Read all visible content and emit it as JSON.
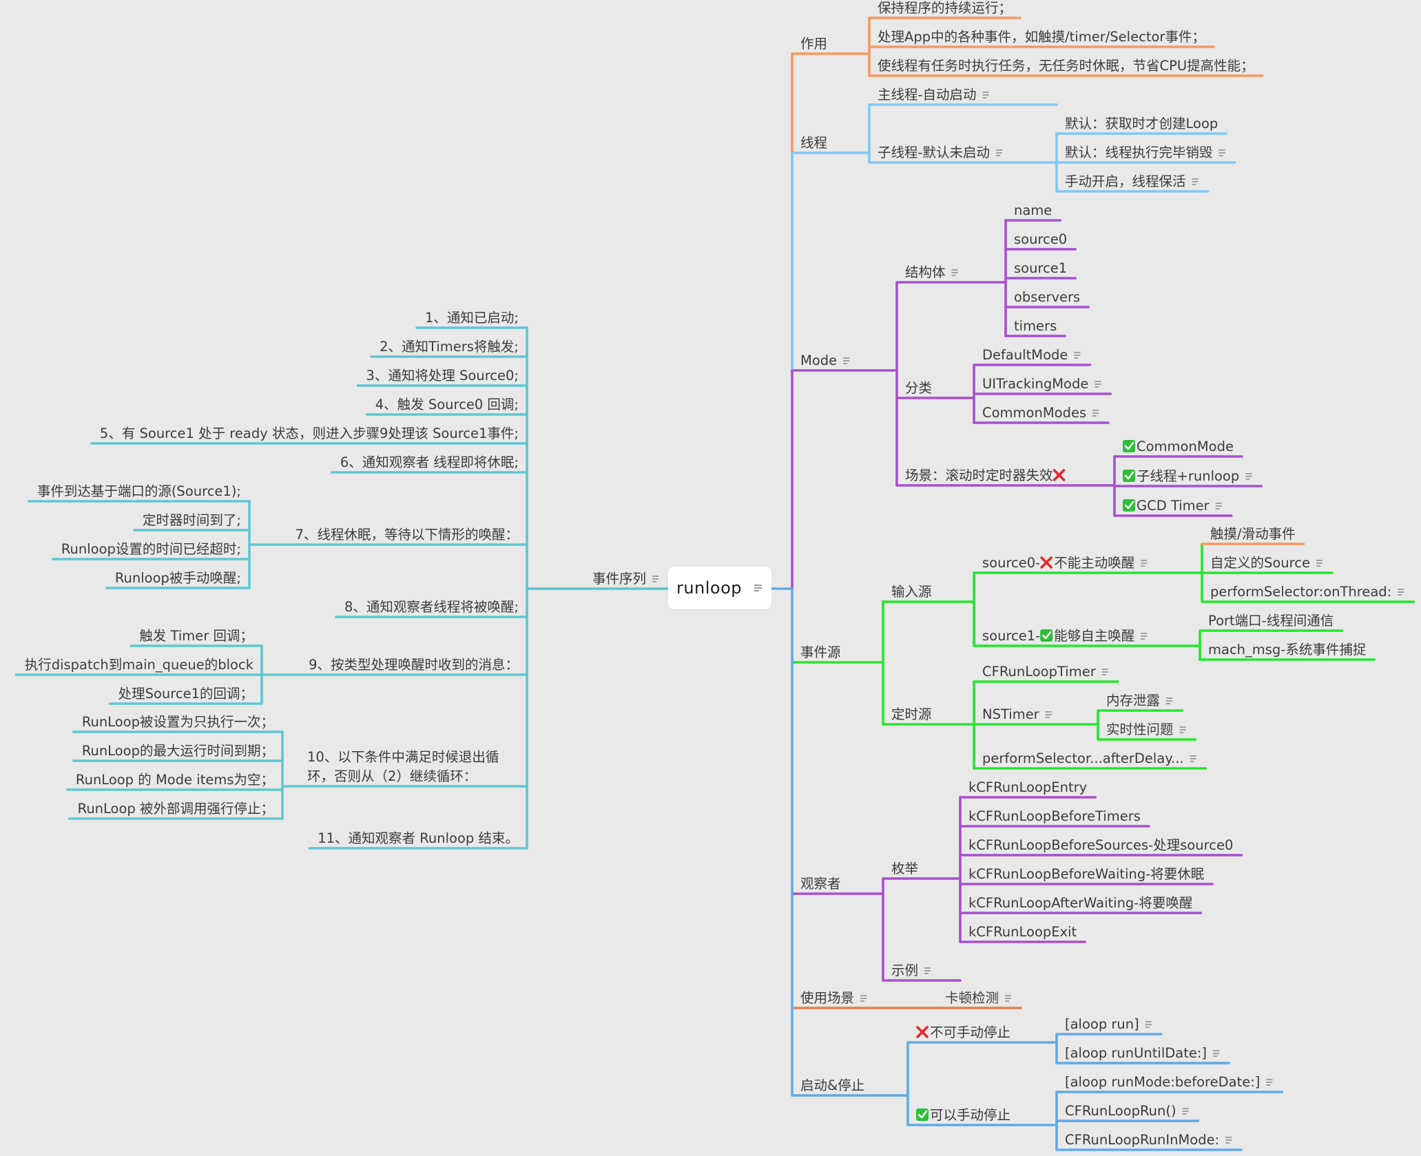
{
  "root": {
    "label": "runloop"
  },
  "colors": {
    "background": "#e9e9ea",
    "orange": "#f5995f",
    "sky": "#7ec8f6",
    "purple": "#a94fcf",
    "green": "#22e82b",
    "blue": "#5fa9e6",
    "burnt": "#e0804f",
    "teal": "#5cc7d2"
  },
  "right": [
    {
      "label": "作用",
      "color": "orange",
      "children": [
        {
          "label": "保持程序的持续运行；"
        },
        {
          "label": "处理App中的各种事件，如触摸/timer/Selector事件；"
        },
        {
          "label": "使线程有任务时执行任务，无任务时休眠，节省CPU提高性能；"
        }
      ]
    },
    {
      "label": "线程",
      "color": "sky",
      "children": [
        {
          "label": "主线程-自动启动",
          "note": true
        },
        {
          "label": "子线程-默认未启动",
          "note": true,
          "children": [
            {
              "label": "默认：获取时才创建Loop"
            },
            {
              "label": "默认：线程执行完毕销毁",
              "note": true
            },
            {
              "label": "手动开启，线程保活",
              "note": true
            }
          ]
        }
      ]
    },
    {
      "label": "Mode",
      "color": "purple",
      "note": true,
      "children": [
        {
          "label": "结构体",
          "note": true,
          "children": [
            {
              "label": "name"
            },
            {
              "label": "source0"
            },
            {
              "label": "source1"
            },
            {
              "label": "observers"
            },
            {
              "label": "timers"
            }
          ]
        },
        {
          "label": "分类",
          "children": [
            {
              "label": "DefaultMode",
              "note": true
            },
            {
              "label": "UITrackingMode",
              "note": true
            },
            {
              "label": "CommonModes",
              "note": true
            }
          ]
        },
        {
          "label": "场景：滚动时定时器失效",
          "icon_after": "cross",
          "children": [
            {
              "label": "CommonMode",
              "icon_before": "check"
            },
            {
              "label": "子线程+runloop",
              "icon_before": "check",
              "note": true
            },
            {
              "label": "GCD Timer",
              "icon_before": "check",
              "note": true
            }
          ]
        }
      ]
    },
    {
      "label": "事件源",
      "color": "green",
      "children": [
        {
          "label": "输入源",
          "children": [
            {
              "label": "source0-不能主动唤醒",
              "icon_mid": "cross",
              "note": true,
              "children": [
                {
                  "label": "触摸/滑动事件",
                  "color": "orange"
                },
                {
                  "label": "自定义的Source",
                  "note": true
                },
                {
                  "label": "performSelector:onThread:",
                  "note": true
                }
              ]
            },
            {
              "label": "source1-能够自主唤醒",
              "icon_mid": "check",
              "note": true,
              "children": [
                {
                  "label": "Port端口-线程间通信"
                },
                {
                  "label": "mach_msg-系统事件捕捉"
                }
              ]
            }
          ]
        },
        {
          "label": "定时源",
          "children": [
            {
              "label": "CFRunLoopTimer",
              "note": true
            },
            {
              "label": "NSTimer",
              "note": true,
              "children": [
                {
                  "label": "内存泄露",
                  "note": true
                },
                {
                  "label": "实时性问题",
                  "note": true
                }
              ]
            },
            {
              "label": "performSelector...afterDelay...",
              "note": true
            }
          ]
        }
      ]
    },
    {
      "label": "观察者",
      "color": "purple",
      "children": [
        {
          "label": "枚举",
          "children": [
            {
              "label": "kCFRunLoopEntry"
            },
            {
              "label": "kCFRunLoopBeforeTimers"
            },
            {
              "label": "kCFRunLoopBeforeSources-处理source0"
            },
            {
              "label": "kCFRunLoopBeforeWaiting-将要休眠"
            },
            {
              "label": "kCFRunLoopAfterWaiting-将要唤醒"
            },
            {
              "label": "kCFRunLoopExit"
            }
          ]
        },
        {
          "label": "示例",
          "note": true
        }
      ]
    },
    {
      "label": "使用场景",
      "color": "burnt",
      "note": true,
      "children": [
        {
          "label": "卡顿检测",
          "note": true
        }
      ]
    },
    {
      "label": "启动&停止",
      "color": "blue",
      "children": [
        {
          "label": "不可手动停止",
          "icon_before": "cross",
          "children": [
            {
              "label": "[aloop run]",
              "note": true
            },
            {
              "label": "[aloop runUntilDate:]",
              "note": true
            }
          ]
        },
        {
          "label": "可以手动停止",
          "icon_before": "check",
          "children": [
            {
              "label": "[aloop runMode:beforeDate:]",
              "note": true
            },
            {
              "label": "CFRunLoopRun()",
              "note": true
            },
            {
              "label": "CFRunLoopRunInMode:",
              "note": true
            }
          ]
        }
      ]
    }
  ],
  "left": {
    "label": "事件序列",
    "color": "teal",
    "note": true,
    "children": [
      {
        "label": "1、通知已启动;"
      },
      {
        "label": "2、通知Timers将触发;"
      },
      {
        "label": "3、通知将处理 Source0;"
      },
      {
        "label": "4、触发 Source0 回调;"
      },
      {
        "label": "5、有 Source1 处于 ready 状态，则进入步骤9处理该 Source1事件;"
      },
      {
        "label": "6、通知观察者 线程即将休眠;"
      },
      {
        "label": "7、线程休眠，等待以下情形的唤醒：",
        "children": [
          {
            "label": "事件到达基于端口的源(Source1);"
          },
          {
            "label": "定时器时间到了;"
          },
          {
            "label": "Runloop设置的时间已经超时;"
          },
          {
            "label": "Runloop被手动唤醒;"
          }
        ]
      },
      {
        "label": "8、通知观察者线程将被唤醒;"
      },
      {
        "label": "9、按类型处理唤醒时收到的消息：",
        "children": [
          {
            "label": "触发 Timer 回调；"
          },
          {
            "label": "执行dispatch到main_queue的block"
          },
          {
            "label": "处理Source1的回调；"
          }
        ]
      },
      {
        "label": "10、以下条件中满足时候退出循环，否则从（2）继续循环：",
        "children": [
          {
            "label": "RunLoop被设置为只执行一次；"
          },
          {
            "label": "RunLoop的最大运行时间到期；"
          },
          {
            "label": "RunLoop 的 Mode items为空；"
          },
          {
            "label": "RunLoop 被外部调用强行停止；"
          }
        ]
      },
      {
        "label": "11、通知观察者 Runloop 结束。"
      }
    ]
  }
}
